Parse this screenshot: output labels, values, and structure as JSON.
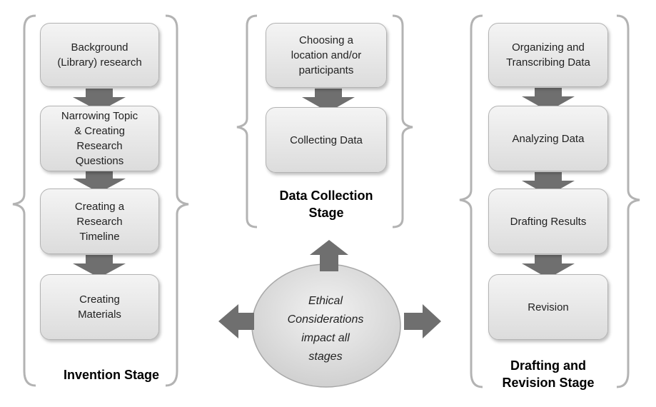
{
  "colors": {
    "box_fill_top": "#f4f4f4",
    "box_fill_bottom": "#dcdcdc",
    "arrow": "#6f6f6f",
    "bracket": "#b3b3b3"
  },
  "stages": {
    "invention": {
      "label": "Invention Stage",
      "steps": [
        "Background\n(Library) research",
        "Narrowing Topic\n& Creating\nResearch\nQuestions",
        "Creating a\nResearch\nTimeline",
        "Creating\nMaterials"
      ]
    },
    "data_collection": {
      "label": "Data Collection\nStage",
      "steps": [
        "Choosing a\nlocation and/or\nparticipants",
        "Collecting Data"
      ]
    },
    "drafting": {
      "label": "Drafting and\nRevision Stage",
      "steps": [
        "Organizing and\nTranscribing Data",
        "Analyzing Data",
        "Drafting Results",
        "Revision"
      ]
    }
  },
  "center": {
    "text": "Ethical\nConsiderations\nimpact all\nstages"
  }
}
